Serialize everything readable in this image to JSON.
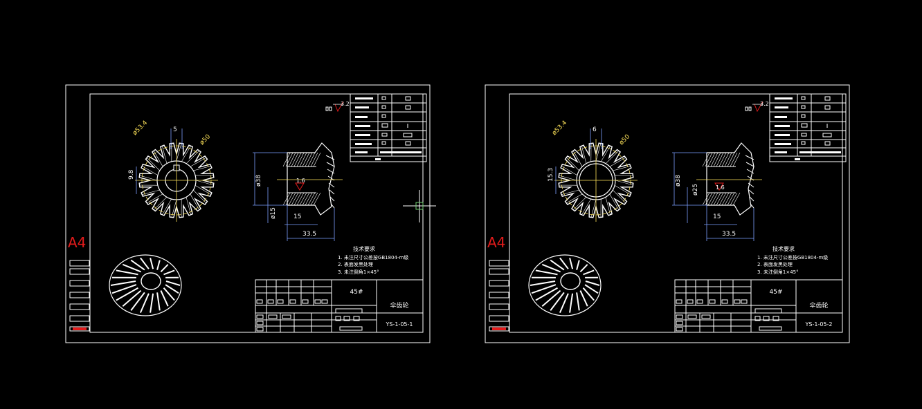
{
  "sheets": [
    {
      "size_label": "A4",
      "material": "45#",
      "part_name": "伞齿轮",
      "drawing_no": "YS-1-05-1",
      "roughness_main": "3.2",
      "roughness_other": "其余",
      "roughness_bore": "1.6",
      "front_dims": {
        "od": "ø53.4",
        "pitch": "ø50",
        "key_width": "5",
        "key_depth": "9.8"
      },
      "side_dims": {
        "d1": "ø38",
        "d2": "ø15",
        "len1": "15",
        "len2": "33.5"
      },
      "tech_title": "技术要求",
      "tech_notes": [
        "1. 未注尺寸公差按GB1804-m级",
        "2. 表面发黑处理",
        "3. 未注倒角1×45°"
      ]
    },
    {
      "size_label": "A4",
      "material": "45#",
      "part_name": "伞齿轮",
      "drawing_no": "YS-1-05-2",
      "roughness_main": "3.2",
      "roughness_other": "其余",
      "roughness_bore": "1.6",
      "front_dims": {
        "od": "ø53.4",
        "pitch": "ø50",
        "key_width": "6",
        "key_depth": "15.3"
      },
      "side_dims": {
        "d1": "ø38",
        "d2": "ø25",
        "len1": "15",
        "len2": "33.5"
      },
      "tech_title": "技术要求",
      "tech_notes": [
        "1. 未注尺寸公差按GB1804-m级",
        "2. 表面发黑处理",
        "3. 未注倒角1×45°"
      ]
    }
  ],
  "colors": {
    "background": "#000000",
    "lines": "#ffffff",
    "dims": "#7d9fff",
    "accent": "#ffe45a",
    "red": "#e31b1b",
    "center": "#e31b1b"
  }
}
